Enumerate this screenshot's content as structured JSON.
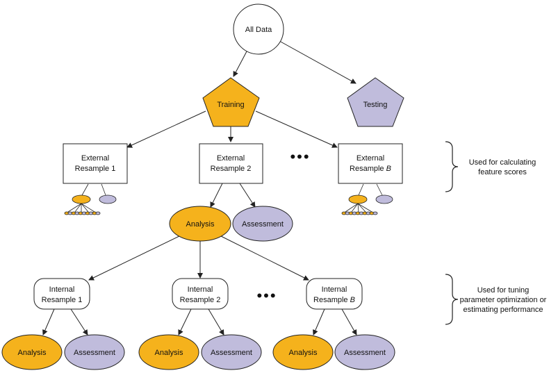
{
  "colors": {
    "training_fill": "#f5b21c",
    "testing_fill": "#c0bcdc",
    "analysis_fill": "#f5b21c",
    "assessment_fill": "#c0bcdc",
    "box_fill": "#ffffff",
    "stroke": "#222222"
  },
  "nodes": {
    "all_data": "All Data",
    "training": "Training",
    "testing": "Testing",
    "external_1": {
      "line1": "External",
      "line2": "Resample 1"
    },
    "external_2": {
      "line1": "External",
      "line2": "Resample 2"
    },
    "external_b": {
      "line1": "External",
      "line2": "Resample ",
      "suffix": "B"
    },
    "ellipsis": "•••",
    "analysis": "Analysis",
    "assessment": "Assessment",
    "internal_1": {
      "line1": "Internal",
      "line2": "Resample 1"
    },
    "internal_2": {
      "line1": "Internal",
      "line2": "Resample 2"
    },
    "internal_b": {
      "line1": "Internal",
      "line2": "Resample ",
      "suffix": "B"
    }
  },
  "notes": {
    "external": {
      "line1": "Used for calculating",
      "line2": "feature scores"
    },
    "internal": {
      "line1": "Used for tuning",
      "line2": "parameter optimization or",
      "line3": "estimating performance"
    }
  }
}
